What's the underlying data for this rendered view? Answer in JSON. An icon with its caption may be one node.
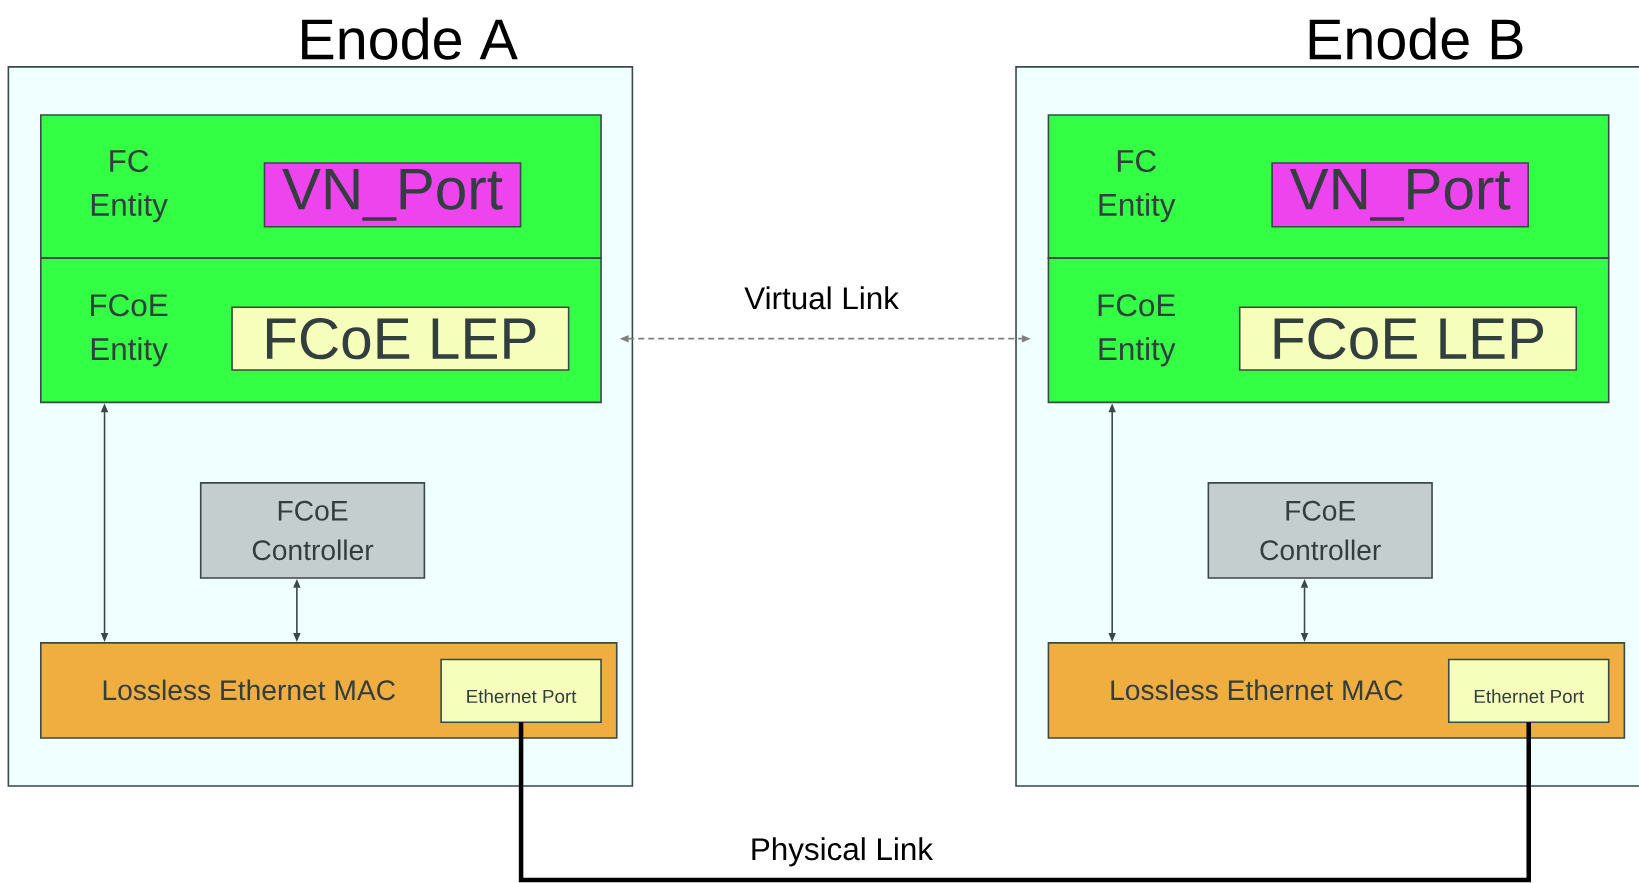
{
  "diagram": {
    "nodes": [
      {
        "text": [
          "Enode A"
        ]
      },
      {
        "text": [
          "FC Entity"
        ],
        "in": 0
      },
      {
        "text": [
          "VN_Port"
        ],
        "in": 1
      },
      {
        "text": [
          "FCoE Entity"
        ],
        "in": 0
      },
      {
        "text": [
          "FCoE LEP"
        ],
        "in": 3
      },
      {
        "text": [
          "FCoE Controller"
        ],
        "in": 0
      },
      {
        "text": [
          "Lossless Ethernet MAC"
        ],
        "in": 0
      },
      {
        "text": [
          "Ethernet Port"
        ],
        "in": 6
      },
      {
        "text": [
          "Enode B"
        ]
      },
      {
        "text": [
          "FC Entity"
        ],
        "in": 8
      },
      {
        "text": [
          "VN_Port"
        ],
        "in": 9
      },
      {
        "text": [
          "FCoE Entity"
        ],
        "in": 8
      },
      {
        "text": [
          "FCoE LEP"
        ],
        "in": 11
      },
      {
        "text": [
          "FCoE Controller"
        ],
        "in": 8
      },
      {
        "text": [
          "Lossless Ethernet MAC"
        ],
        "in": 8
      },
      {
        "text": [
          "Ethernet Port"
        ],
        "in": 14
      }
    ],
    "edges": [
      {
        "from": 3,
        "to": 6,
        "arrow": "both"
      },
      {
        "from": 5,
        "to": 6,
        "arrow": "both"
      },
      {
        "from": 11,
        "to": 14,
        "arrow": "both"
      },
      {
        "from": 13,
        "to": 14,
        "arrow": "both"
      },
      {
        "from": 3,
        "to": 11,
        "arrow": "both",
        "label": "Virtual Link",
        "style": "dashed",
        "color": "#808080"
      },
      {
        "from": 7,
        "to": 15,
        "arrow": "none",
        "label": "Physical Link",
        "style": "thick",
        "color": "#000000"
      }
    ]
  }
}
